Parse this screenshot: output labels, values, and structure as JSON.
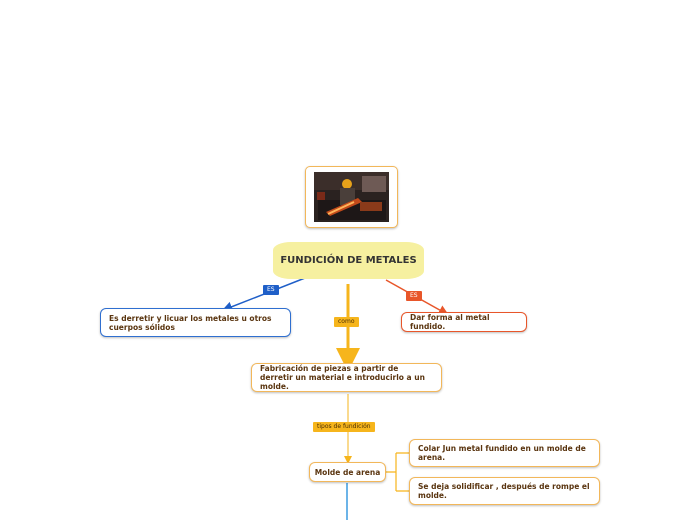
{
  "title": "FUNDICIÓN DE METALES",
  "links": {
    "es_left": "ES",
    "es_right": "ES",
    "como": "como",
    "tipos": "tipos de fundición"
  },
  "nodes": {
    "definition": "Es derretir y licuar los metales u otros cuerpos sólidos",
    "purpose": "Dar forma al metal fundido.",
    "fabrication": "Fabricación de piezas a partir de derretir un material e introducirlo a un molde.",
    "sand_mold": "Molde de arena",
    "step1": "Colar Jun metal fundido en un molde de arena.",
    "step2": "Se deja solidificar , después de rompe el molde."
  },
  "colors": {
    "orange": "#f6b51c",
    "blue": "#1f5fc8",
    "red": "#e8562a",
    "title_bg": "#f6f0a0"
  },
  "image": {
    "icon": "foundry-worker-photo"
  }
}
